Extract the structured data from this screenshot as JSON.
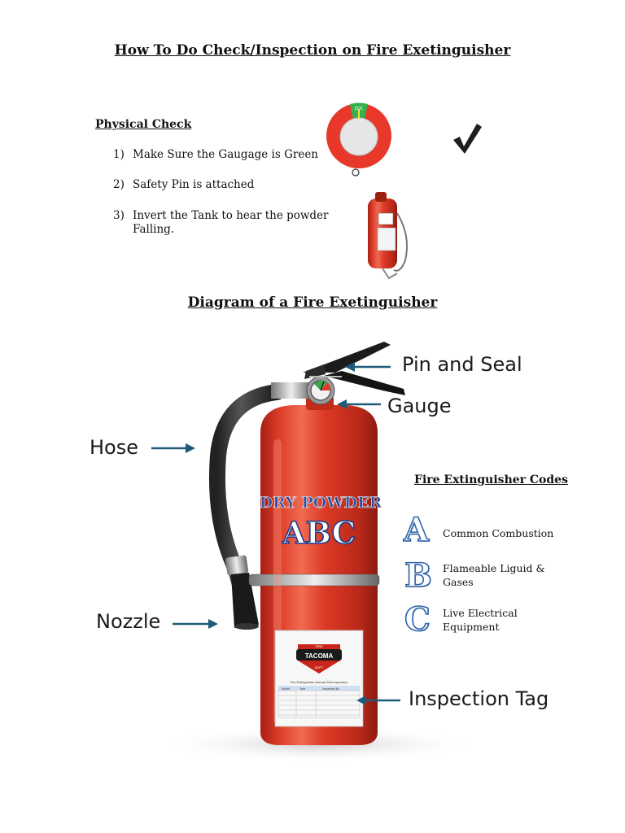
{
  "title": "How To Do Check/Inspection on Fire Exetinguisher",
  "physical_check": {
    "heading": "Physical Check",
    "steps": [
      {
        "num": "1)",
        "text": "Make Sure the Gaugage is Green"
      },
      {
        "num": "2)",
        "text": "Safety Pin is attached"
      },
      {
        "num": "3)",
        "text": "Invert the Tank to hear the powder Falling."
      }
    ],
    "gauge_text": "ZOC"
  },
  "diagram": {
    "title": "Diagram of a Fire Exetinguisher",
    "labels": {
      "pin_and_seal": "Pin and Seal",
      "gauge": "Gauge",
      "hose": "Hose",
      "nozzle": "Nozzle",
      "inspection_tag": "Inspection Tag"
    },
    "body_text": {
      "type": "DRY POWDER",
      "class": "ABC"
    },
    "tag": {
      "logo": "TACOMA",
      "logo_top": "FIRE",
      "logo_bottom": "DEPT",
      "header": "Fire Extinguisher Annual Self-Inspection",
      "columns": [
        "Month",
        "Year",
        "Inspected By"
      ]
    }
  },
  "codes": {
    "heading": "Fire Extinguisher Codes",
    "items": [
      {
        "letter": "A",
        "text": "Common Combustion"
      },
      {
        "letter": "B",
        "text": "Flameable Liguid & Gases"
      },
      {
        "letter": "C",
        "text": "Live Electrical Equipment"
      }
    ]
  },
  "colors": {
    "extinguisher_red": "#d8321f",
    "arrow_blue": "#1f5a78",
    "code_blue": "#2c64a8"
  }
}
